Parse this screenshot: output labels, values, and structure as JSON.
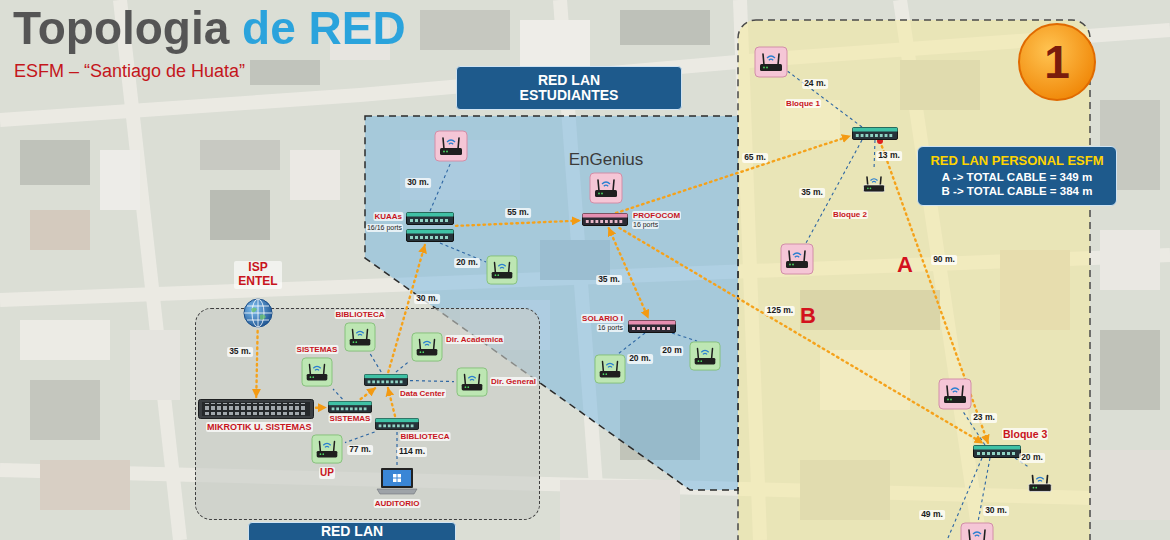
{
  "diagram": {
    "title": "Topologia de RED",
    "nodes": [
      {
        "text": [
          "1"
        ]
      },
      {
        "text": [
          "RED LAN ESTUDIANTES"
        ]
      },
      {
        "text": [
          "KUAAs",
          "16/16 ports"
        ],
        "in": 1
      },
      {
        "text": [
          "PROFOCOM",
          "16 ports"
        ],
        "in": 1
      },
      {
        "text": [
          "SOLARIO I",
          "16 ports"
        ],
        "in": 1
      },
      {
        "text": [
          "RED LAN"
        ]
      },
      {
        "text": [
          "ISP ENTEL"
        ]
      },
      {
        "text": [
          "BIBLIOTECA"
        ],
        "in": 5
      },
      {
        "text": [
          "Dir. Academica"
        ],
        "in": 5
      },
      {
        "text": [
          "SISTEMAS"
        ],
        "in": 5
      },
      {
        "text": [
          "Data Center"
        ],
        "in": 5
      },
      {
        "text": [
          "Dir. General"
        ],
        "in": 5
      },
      {
        "text": [
          "MIKROTIK U. SISTEMAS"
        ],
        "in": 5
      },
      {
        "text": [
          "SISTEMAS"
        ],
        "in": 5
      },
      {
        "text": [
          "BIBLIOTECA"
        ],
        "in": 5
      },
      {
        "text": [
          "UP"
        ],
        "in": 5
      },
      {
        "text": [
          "AUDITORIO"
        ],
        "in": 5
      },
      {
        "text": [
          "Bloque 1"
        ]
      },
      {
        "text": [
          "RED LAN PERSONAL ESFM",
          "A -> TOTAL CABLE = 349 m",
          "B -> TOTAL CABLE = 384 m"
        ]
      },
      {
        "text": [
          "Bloque 2"
        ]
      },
      {
        "text": [
          "Bloque 3"
        ]
      }
    ],
    "edges": [
      {
        "from": 6,
        "to": 12,
        "label": "35 m.",
        "arrow": "to"
      },
      {
        "from": 12,
        "to": 13,
        "arrow": "to"
      },
      {
        "from": 13,
        "to": 10,
        "arrow": "to"
      },
      {
        "from": 14,
        "to": 10,
        "arrow": "to"
      },
      {
        "from": 10,
        "to": 2,
        "label": "30 m.",
        "arrow": "to"
      },
      {
        "from": 2,
        "to": 3,
        "label": "55 m.",
        "arrow": "to"
      },
      {
        "from": 3,
        "to": 4,
        "label": "35 m.",
        "arrow": "both"
      },
      {
        "from": 3,
        "to": 20,
        "label": "125 m.",
        "arrow": "to"
      },
      {
        "from": 10,
        "to": 7,
        "arrow": "none"
      },
      {
        "from": 10,
        "to": 8,
        "arrow": "none"
      },
      {
        "from": 10,
        "to": 11,
        "arrow": "none"
      },
      {
        "from": 13,
        "to": 9,
        "arrow": "none"
      },
      {
        "from": 14,
        "to": 15,
        "label": "77 m.",
        "arrow": "none"
      },
      {
        "from": 14,
        "to": 16,
        "label": "114 m.",
        "arrow": "none"
      }
    ],
    "labels": [
      "ESFM – “Santiago de Huata”",
      "EnGenius",
      "30 m.",
      "20 m.",
      "20 m.",
      "20 m",
      "24 m.",
      "65 m.",
      "13 m.",
      "35 m.",
      "A",
      "90 m.",
      "B",
      "23 m.",
      "20 m.",
      "49 m.",
      "30 m."
    ]
  }
}
